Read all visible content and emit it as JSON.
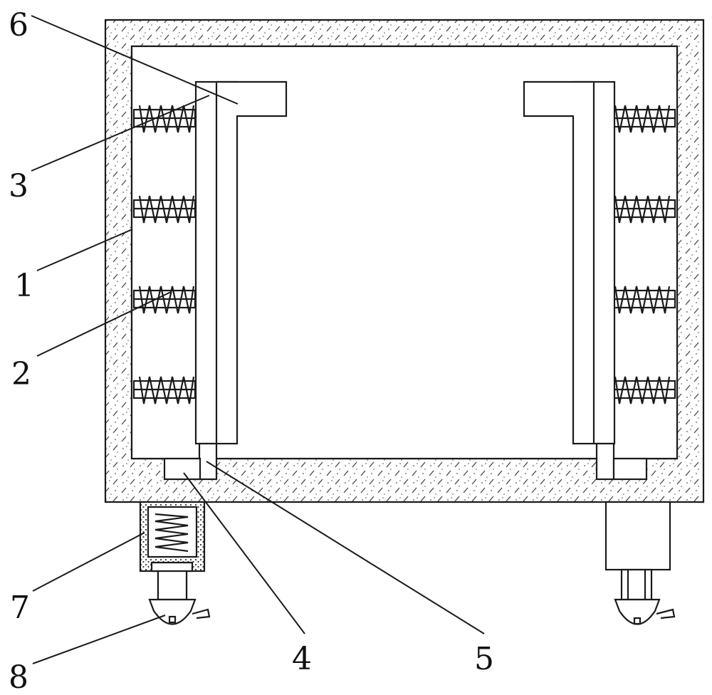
{
  "figure": {
    "callouts": [
      {
        "id": "1",
        "text": "1"
      },
      {
        "id": "2",
        "text": "2"
      },
      {
        "id": "3",
        "text": "3"
      },
      {
        "id": "4",
        "text": "4"
      },
      {
        "id": "5",
        "text": "5"
      },
      {
        "id": "6",
        "text": "6"
      },
      {
        "id": "7",
        "text": "7"
      },
      {
        "id": "8",
        "text": "8"
      }
    ],
    "colors": {
      "line": "#1a1a1a",
      "background": "#ffffff",
      "stipple": "#555555"
    }
  }
}
